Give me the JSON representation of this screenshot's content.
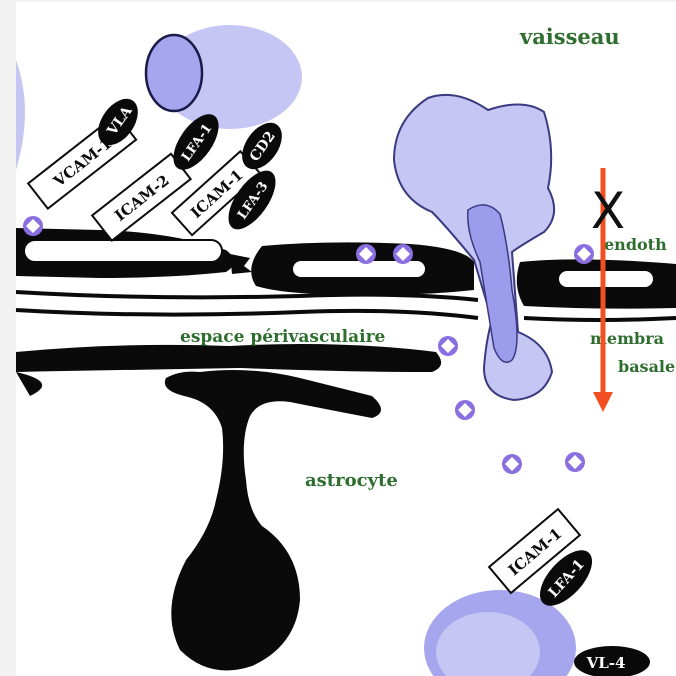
{
  "labels": {
    "vessel": "vaisseau",
    "endothelium": "endoth",
    "perivascular_space": "espace périvasculaire",
    "membrane": "membra",
    "basal": "basale",
    "astrocyte": "astrocyte",
    "x_mark": "X"
  },
  "molecules": {
    "vcam1": "VCAM-1",
    "vla": "VLA",
    "icam2": "ICAM-2",
    "lfa1_top": "LFA-1",
    "icam1_top": "ICAM-1",
    "cd2": "CD2",
    "lfa3": "LFA-3",
    "icam1_bottom": "ICAM-1",
    "lfa1_bottom": "LFA-1",
    "vl4": "VL-4"
  },
  "colors": {
    "background": "#f2f2f2",
    "inner_white": "#ffffff",
    "membrane": "#0a0a0a",
    "cell_light": "#c8c8f5",
    "cell_mid": "#a6a6ee",
    "cell_outline": "#3a3a80",
    "green_text": "#2e6e2e",
    "arrow": "#f25022",
    "particle": "#8a6fe0"
  }
}
